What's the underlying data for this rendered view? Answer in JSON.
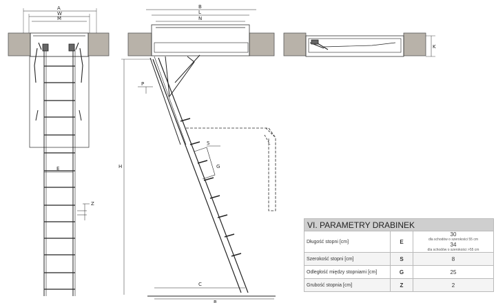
{
  "front_view_labels": {
    "a": "A",
    "w": "W",
    "m": "M",
    "e": "E",
    "z": "Z"
  },
  "side_view_labels": {
    "b": "B",
    "l": "L",
    "n": "N",
    "p": "P",
    "h": "H",
    "s": "S",
    "g": "G",
    "c": "C",
    "r": "R"
  },
  "top_view_labels": {
    "k": "K"
  },
  "table": {
    "title": "VI. PARAMETRY DRABINEK",
    "rows": [
      {
        "name": "Długość stopni [cm]",
        "symbol": "E",
        "value_1": "30",
        "note_1": "dla schodów o szerokości 55 cm",
        "value_2": "34",
        "note_2": "dla schodów o szerokości >55 cm"
      },
      {
        "name": "Szerokość stopni [cm]",
        "symbol": "S",
        "value": "8"
      },
      {
        "name": "Odległość między stopniami [cm]",
        "symbol": "G",
        "value": "25"
      },
      {
        "name": "Grubość stopnia [cm]",
        "symbol": "Z",
        "value": "2"
      }
    ]
  },
  "colors": {
    "ceiling": "#b8b2a9",
    "line": "#222222",
    "hatch": "#777777"
  }
}
